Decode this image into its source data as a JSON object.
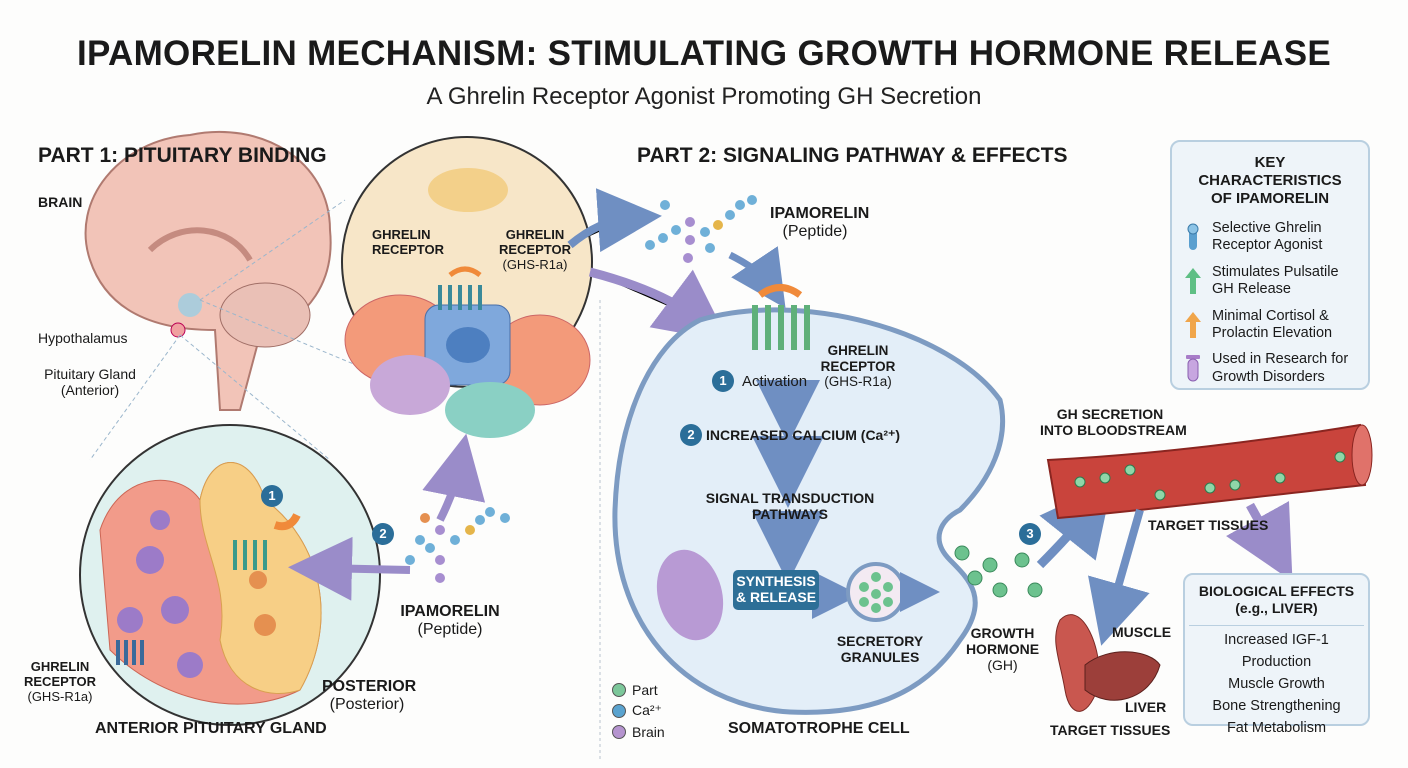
{
  "title": "IPAMORELIN MECHANISM: STIMULATING GROWTH HORMONE RELEASE",
  "subtitle": "A Ghrelin Receptor Agonist Promoting GH Secretion",
  "part1": {
    "heading": "PART 1: PITUITARY BINDING",
    "brain": "BRAIN",
    "hypothalamus": "Hypothalamus",
    "pituitary_line1": "Pituitary Gland",
    "pituitary_line2": "(Anterior)",
    "receptor_left_line1": "GHRELIN",
    "receptor_left_line2": "RECEPTOR",
    "receptor_right_line1": "GHRELIN",
    "receptor_right_line2": "RECEPTOR",
    "receptor_right_line3": "(GHS-R1a)",
    "step1": "1",
    "step2": "2",
    "peptide_line1": "IPAMORELIN",
    "peptide_line2": "(Peptide)",
    "receptor_bottom_line1": "GHRELIN",
    "receptor_bottom_line2": "RECEPTOR",
    "receptor_bottom_line3": "(GHS-R1a)",
    "posterior_line1": "POSTERIOR",
    "posterior_line2": "(Posterior)",
    "gland_caption": "ANTERIOR PITUITARY GLAND"
  },
  "part2": {
    "heading": "PART 2: SIGNALING PATHWAY & EFFECTS",
    "peptide_line1": "IPAMORELIN",
    "peptide_line2": "(Peptide)",
    "receptor_line1": "GHRELIN",
    "receptor_line2": "RECEPTOR",
    "receptor_line3": "(GHS-R1a)",
    "step1_num": "1",
    "step1": "Activation",
    "step2_num": "2",
    "step2": "INCREASED CALCIUM (Ca²⁺)",
    "signal_line1": "SIGNAL TRANSDUCTION",
    "signal_line2": "PATHWAYS",
    "synthesis_line1": "SYNTHESIS",
    "synthesis_line2": "& RELEASE",
    "granules_line1": "SECRETORY",
    "granules_line2": "GRANULES",
    "cell_caption": "SOMATOTROPHE CELL",
    "step3_num": "3",
    "gh_line1": "GROWTH",
    "gh_line2": "HORMONE",
    "gh_line3": "(GH)",
    "secretion_line1": "GH SECRETION",
    "secretion_line2": "INTO BLOODSTREAM",
    "target_tissues_top": "TARGET TISSUES",
    "muscle": "MUSCLE",
    "liver": "LIVER",
    "target_tissues_bottom": "TARGET TISSUES",
    "legend": [
      {
        "label": "Part",
        "color": "#7cc79a"
      },
      {
        "label": "Ca²⁺",
        "color": "#5aa3cf"
      },
      {
        "label": "Brain",
        "color": "#b594cf"
      }
    ]
  },
  "key": {
    "title_line1": "KEY CHARACTERISTICS",
    "title_line2": "OF IPAMORELIN",
    "items": [
      {
        "icon": "receptor-icon",
        "line1": "Selective Ghrelin",
        "line2": "Receptor Agonist",
        "color": "#5a9fcf"
      },
      {
        "icon": "green-up-arrow-icon",
        "line1": "Stimulates Pulsatile",
        "line2": "GH Release",
        "color": "#5fbf85"
      },
      {
        "icon": "orange-up-arrow-icon",
        "line1": "Minimal Cortisol &",
        "line2": "Prolactin Elevation",
        "color": "#f0a54a"
      },
      {
        "icon": "test-tube-icon",
        "line1": "Used in Research for",
        "line2": "Growth Disorders",
        "color": "#a77cc8"
      }
    ]
  },
  "effects": {
    "title_line1": "BIOLOGICAL EFFECTS",
    "title_line2": "(e.g., LIVER)",
    "items": [
      "Increased IGF-1 Production",
      "Muscle Growth",
      "Bone Strengthening",
      "Fat Metabolism"
    ]
  }
}
